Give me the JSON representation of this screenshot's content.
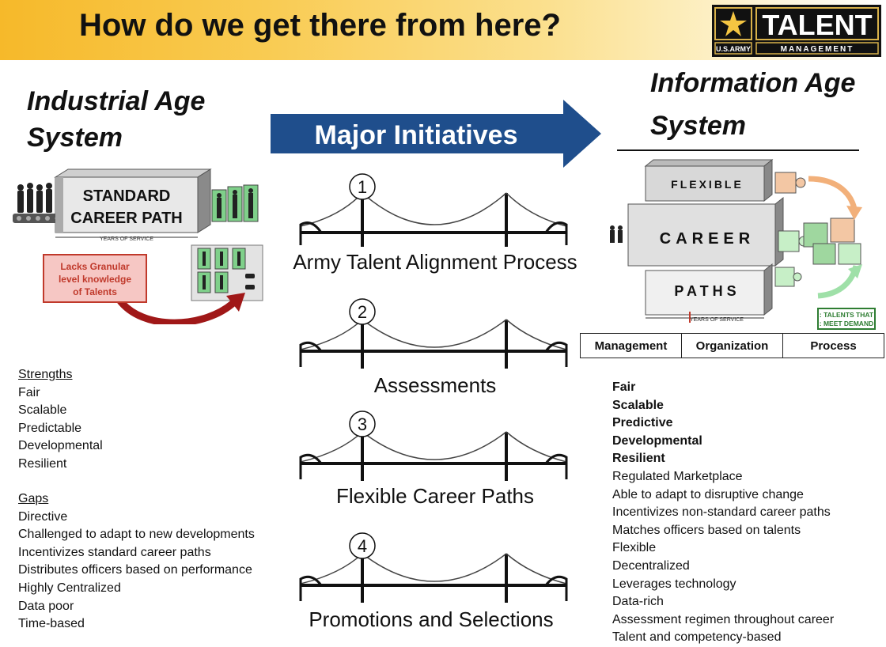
{
  "title": "How do we get there from here?",
  "logo": {
    "line1": "TALENT",
    "line2": "MANAGEMENT",
    "badge": "U.S.ARMY"
  },
  "left": {
    "heading_line1": "Industrial Age",
    "heading_line2": "System",
    "graphic": {
      "box_line1": "STANDARD",
      "box_line2": "CAREER PATH",
      "axis": "YEARS OF SERVICE",
      "callout": [
        "Lacks Granular",
        "level knowledge",
        "of Talents"
      ]
    },
    "strengths_label": "Strengths",
    "strengths": [
      "Fair",
      "Scalable",
      "Predictable",
      "Developmental",
      "Resilient"
    ],
    "gaps_label": "Gaps",
    "gaps": [
      "Directive",
      "Challenged to adapt to new developments",
      "Incentivizes standard career paths",
      "Distributes officers based on performance",
      "Highly Centralized",
      "Data poor",
      "Time-based"
    ]
  },
  "center": {
    "arrow_label": "Major Initiatives",
    "bridges": [
      {
        "num": "1",
        "label": "Army Talent Alignment Process"
      },
      {
        "num": "2",
        "label": "Assessments"
      },
      {
        "num": "3",
        "label": "Flexible Career Paths"
      },
      {
        "num": "4",
        "label": "Promotions and Selections"
      }
    ]
  },
  "right": {
    "heading_line1": "Information Age",
    "heading_line2": "System",
    "graphic": {
      "row1": "FLEXIBLE",
      "row2": "CAREER",
      "row3": "PATHS",
      "axis": "YEARS OF SERVICE",
      "legend": [
        ": TALENTS THAT",
        ": MEET DEMAND"
      ]
    },
    "table": [
      "Management",
      "Organization",
      "Process"
    ],
    "bold_items": [
      "Fair",
      "Scalable",
      "Predictive",
      "Developmental",
      "Resilient"
    ],
    "items": [
      "Regulated Marketplace",
      "Able to adapt to disruptive change",
      "Incentivizes non-standard career paths",
      "Matches officers based on talents",
      "Flexible",
      "Decentralized",
      "Leverages technology",
      "Data-rich",
      "Assessment regimen throughout career",
      "Talent and competency-based"
    ]
  },
  "colors": {
    "title_gold": "#f6b92a",
    "arrow_blue": "#1f4e8c",
    "callout_red": "#c0392b",
    "legend_green": "#2e7d32"
  }
}
